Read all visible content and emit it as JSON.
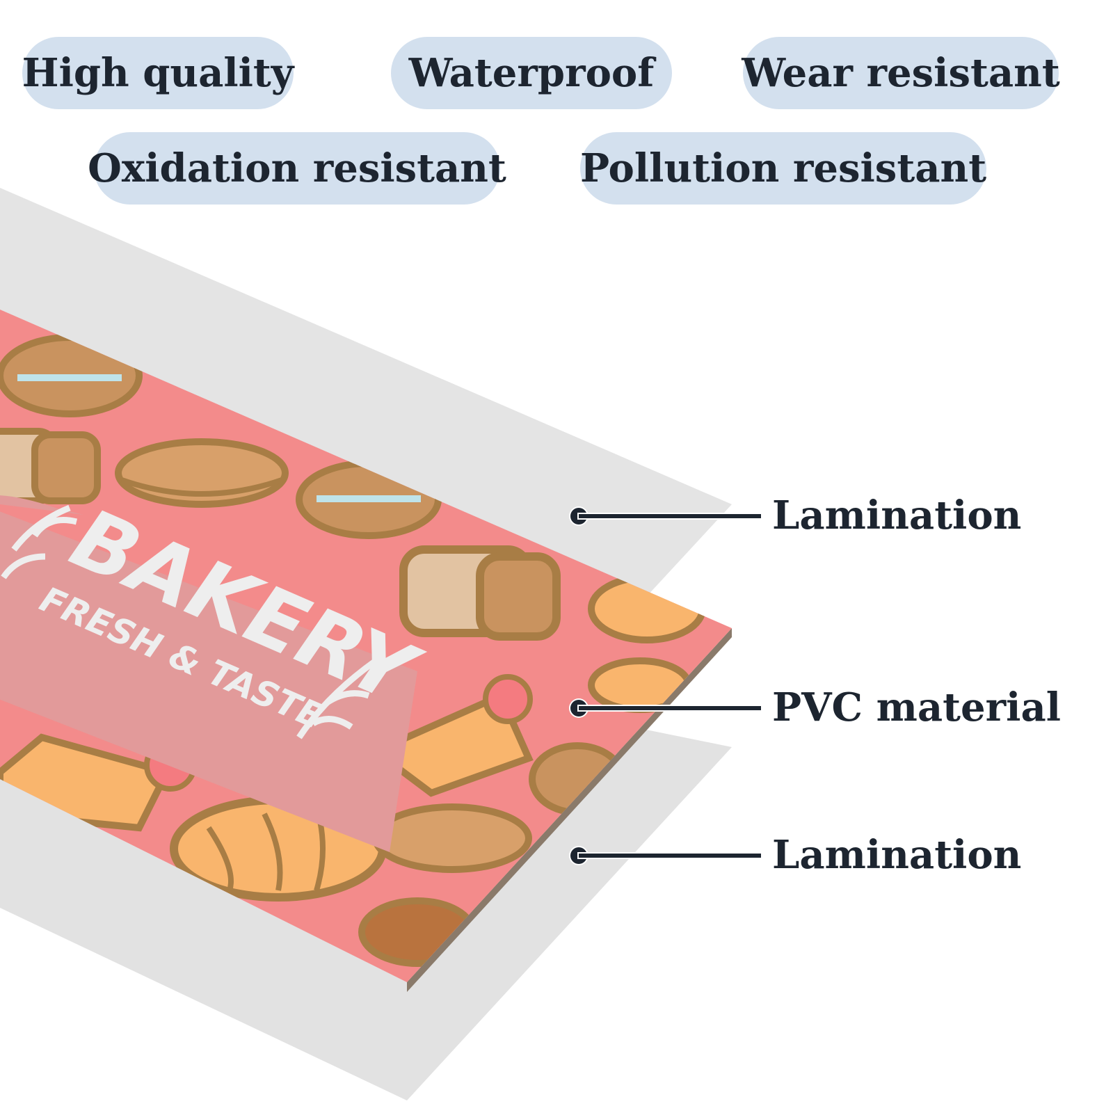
{
  "features": [
    "High quality",
    "Waterproof",
    "Wear resistant",
    "Oxidation resistant",
    "Pollution resistant"
  ],
  "card": {
    "title": "BAKERY",
    "subtitle": "FRESH & TASTE"
  },
  "layers": [
    "Lamination",
    "PVC material",
    "Lamination"
  ],
  "colors": {
    "pill_bg": "#d3e0ee",
    "text": "#1d2530",
    "lamination": "#e2e2e2",
    "card_pink": "#f38b8b",
    "banner": "#e29a9a",
    "pastry": "#d8a06a",
    "outline": "#a87d45"
  }
}
